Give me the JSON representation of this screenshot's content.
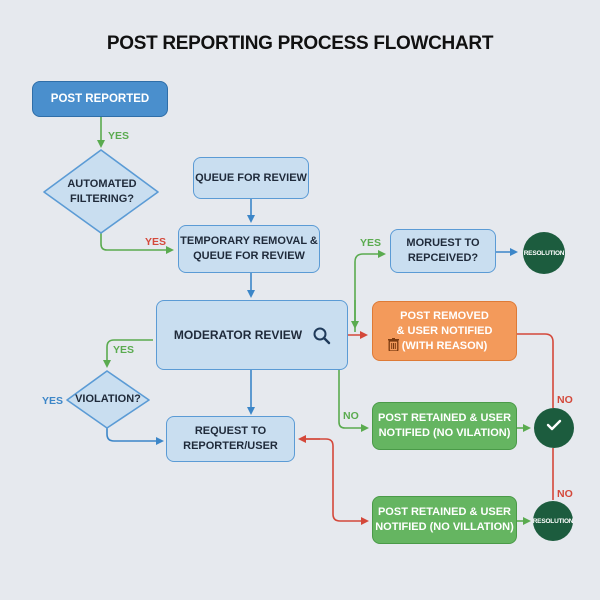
{
  "title": "POST REPORTING PROCESS FLOWCHART",
  "colors": {
    "background": "#e6e9ee",
    "process_fill": "#c9def0",
    "process_border": "#5b9bd5",
    "start_fill": "#4a8fcd",
    "removed_fill": "#f39a5b",
    "retained_fill": "#65b561",
    "terminal_fill": "#1c5c3e",
    "yes_green": "#5aab4f",
    "no_red": "#d4483a",
    "flow_blue": "#3c86c8"
  },
  "nodes": {
    "post_reported": "POST REPORTED",
    "automated_filtering": [
      "AUTOMATED",
      "FILTERING?"
    ],
    "queue_for_review": "QUEUE FOR REVIEW",
    "temporary_removal": [
      "TEMPORARY REMOVAL &",
      "QUEUE FOR REVIEW"
    ],
    "moruest_to_received": [
      "MORUEST TO",
      "REPCEIVED?"
    ],
    "resolution_top": "RESOLUTION",
    "moderator_review": "MODERATOR REVIEW",
    "post_removed": [
      "POST REMOVED",
      "& USER NOTIFIED",
      "(WITH REASON)"
    ],
    "violation": "VIOLATION?",
    "request_to_reporter": [
      "REQUEST TO",
      "REPORTER/USER"
    ],
    "post_retained_1": [
      "POST RETAINED & USER",
      "NOTIFIED (NO VILATION)"
    ],
    "post_retained_2": [
      "POST RETAINED & USER",
      "NOTIFIED (NO VILLATION)"
    ],
    "resolution_bottom": "RESOLUTION"
  },
  "labels": {
    "yes_1": "YES",
    "yes_2": "YES",
    "yes_3": "YES",
    "yes_4": "YES",
    "yes_5": "YES",
    "no_1": "NO",
    "no_2": "NO",
    "no_3": "NO"
  },
  "icons": {
    "moderator_review": "search-icon",
    "post_removed": "trash-icon",
    "checkmark_circle": "checkmark-icon"
  }
}
